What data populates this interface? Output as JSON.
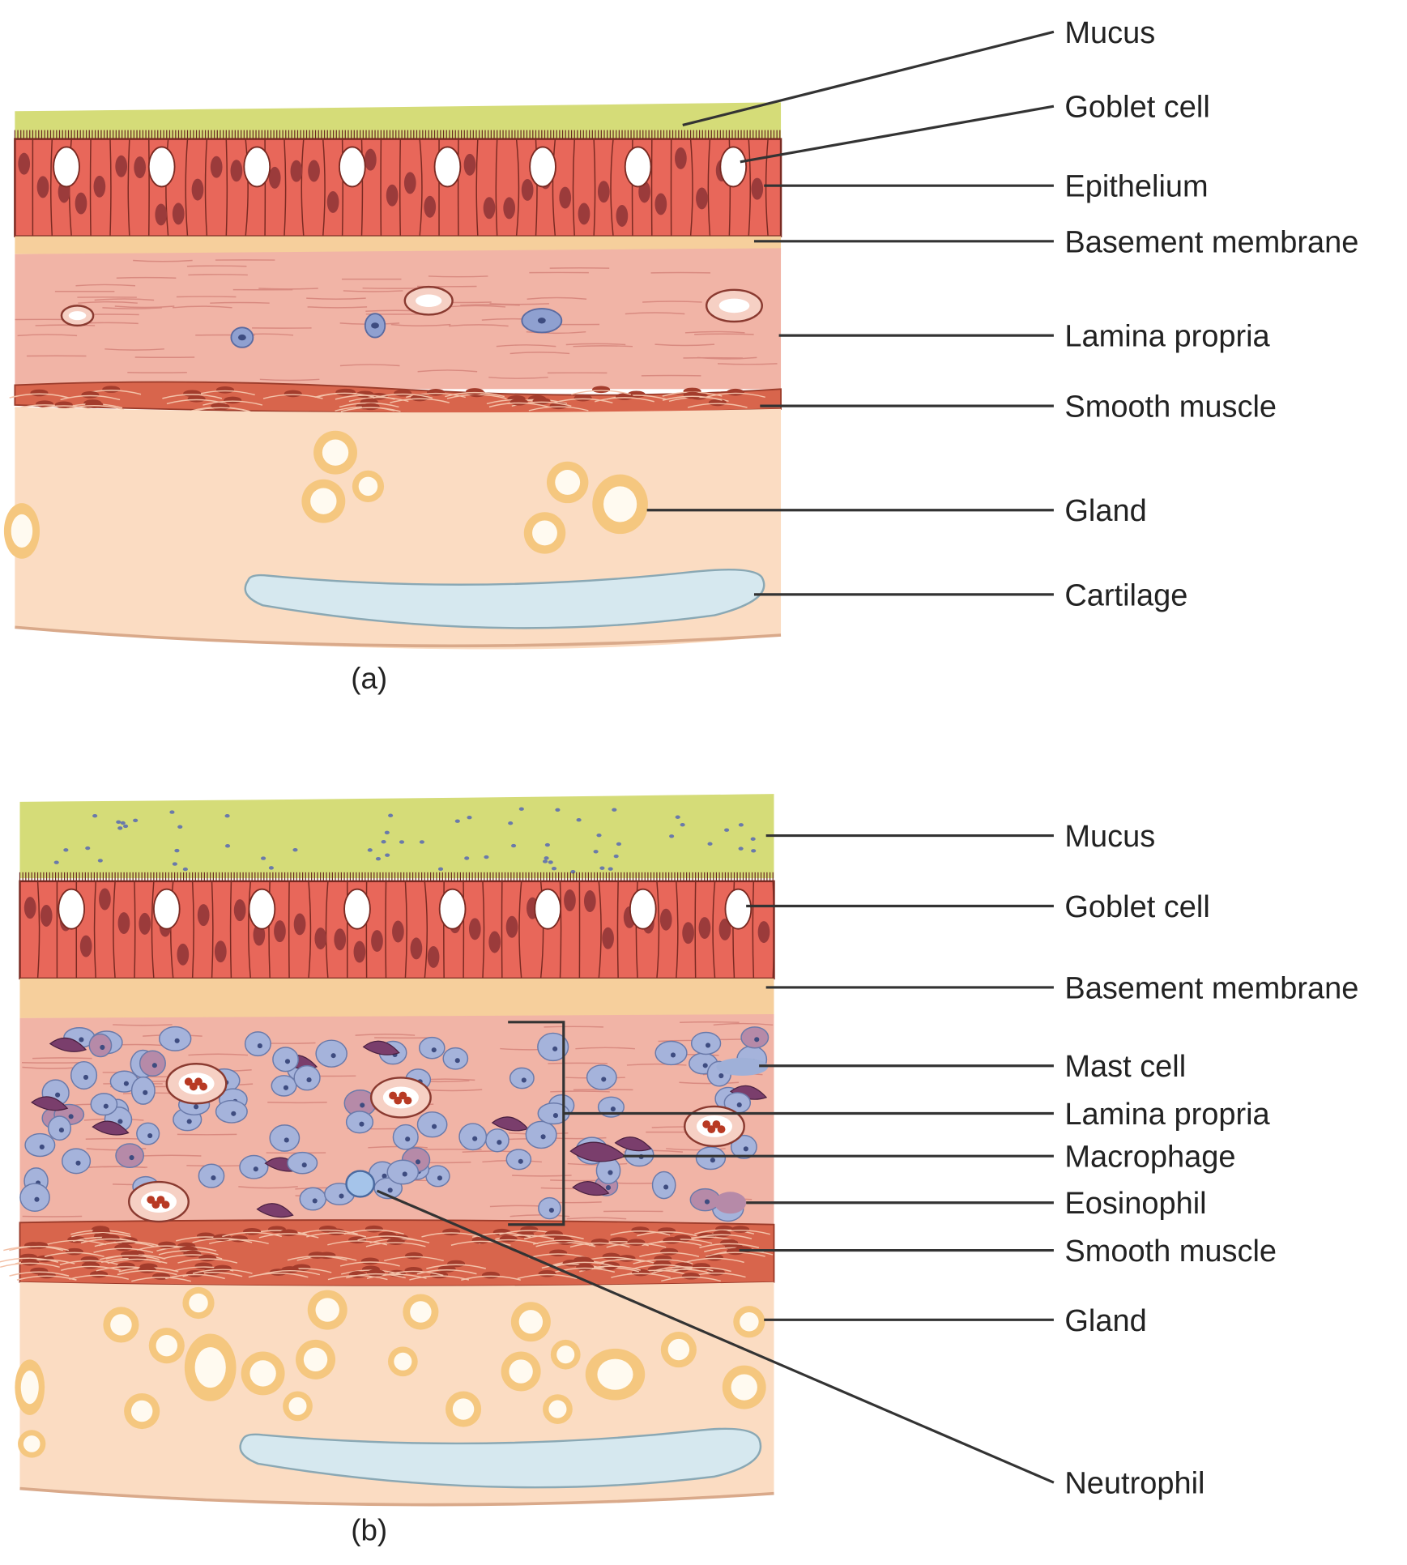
{
  "colors": {
    "mucus": "#d5dc78",
    "epithelium": "#e8675a",
    "basement_membrane": "#f6cf9c",
    "lamina_propria": "#f1b4a6",
    "smooth_muscle": "#d8654c",
    "submucosa": "#fbdcc2",
    "gland": "#f5c77f",
    "cartilage": "#d6e8ef",
    "immune_cell": "#a5b3db",
    "macrophage": "#7a3e6c"
  },
  "panel_a": {
    "caption": "(a)",
    "labels": [
      "Mucus",
      "Goblet cell",
      "Epithelium",
      "Basement membrane",
      "Lamina propria",
      "Smooth muscle",
      "Gland",
      "Cartilage"
    ]
  },
  "panel_b": {
    "caption": "(b)",
    "labels": [
      "Mucus",
      "Goblet cell",
      "Basement membrane",
      "Mast cell",
      "Lamina propria",
      "Macrophage",
      "Eosinophil",
      "Smooth muscle",
      "Gland",
      "Neutrophil"
    ]
  }
}
